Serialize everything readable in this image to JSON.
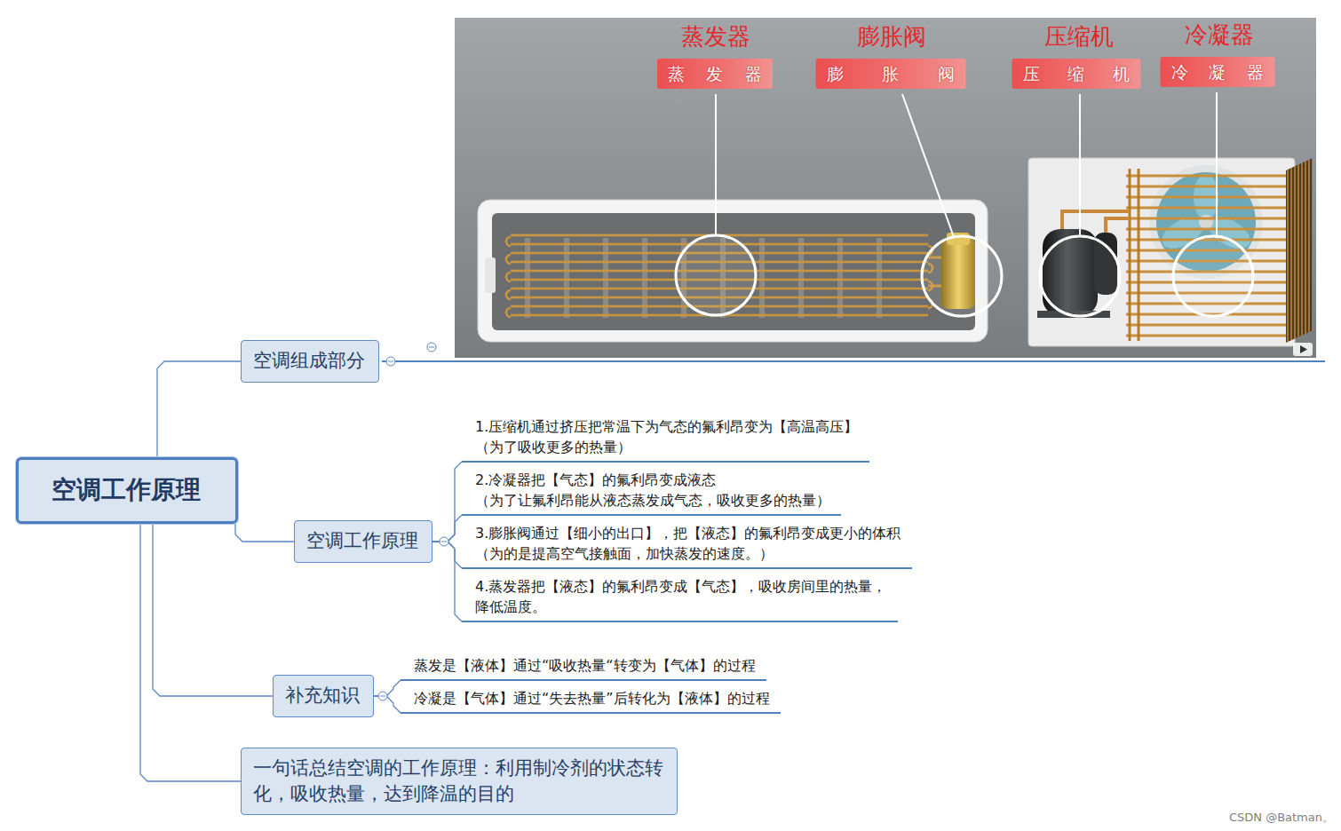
{
  "diagram": {
    "nodes": [
      {
        "text": [
          "空调工作原理"
        ]
      },
      {
        "text": [
          "空调组成部分"
        ]
      },
      {
        "text": [
          "空调工作原理"
        ]
      },
      {
        "text": [
          "1.压缩机通过挤压把常温下为气态的氟利昂变为【高温高压】 （为了吸收更多的热量）"
        ]
      },
      {
        "text": [
          "2.冷凝器把【气态】的氟利昂变成液态 （为了让氟利昂能从液态蒸发成气态，吸收更多的热量）"
        ]
      },
      {
        "text": [
          "3.膨胀阀通过【细小的出口】，把【液态】的氟利昂变成更小的体积 （为的是提高空气接触面，加快蒸发的速度。）"
        ]
      },
      {
        "text": [
          "4.蒸发器把【液态】的氟利昂变成【气态】，吸收房间里的热量， 降低温度。"
        ]
      },
      {
        "text": [
          "补充知识"
        ]
      },
      {
        "text": [
          "蒸发是【液体】通过“吸收热量“转变为【气体】的过程"
        ]
      },
      {
        "text": [
          "冷凝是【气体】通过“失去热量”后转化为【液体】的过程"
        ]
      },
      {
        "text": [
          "一句话总结空调的工作原理：利用制冷剂的状态转 化，吸收热量，达到降温的目的"
        ]
      }
    ],
    "edges": [
      {
        "from": 0,
        "to": 1,
        "arrow": "none"
      },
      {
        "from": 0,
        "to": 2,
        "arrow": "none"
      },
      {
        "from": 0,
        "to": 7,
        "arrow": "none"
      },
      {
        "from": 0,
        "to": 10,
        "arrow": "none"
      },
      {
        "from": 2,
        "to": 3,
        "arrow": "none"
      },
      {
        "from": 2,
        "to": 4,
        "arrow": "none"
      },
      {
        "from": 2,
        "to": 5,
        "arrow": "none"
      },
      {
        "from": 2,
        "to": 6,
        "arrow": "none"
      },
      {
        "from": 7,
        "to": 8,
        "arrow": "none"
      },
      {
        "from": 7,
        "to": 9,
        "arrow": "none"
      }
    ],
    "labels": [
      "蒸发器",
      "蒸 发 器",
      "膨胀阀",
      "膨 胀 阀",
      "压缩机",
      "压 缩 机",
      "冷凝器",
      "冷 凝 器",
      "CSDN @Batman。"
    ]
  }
}
